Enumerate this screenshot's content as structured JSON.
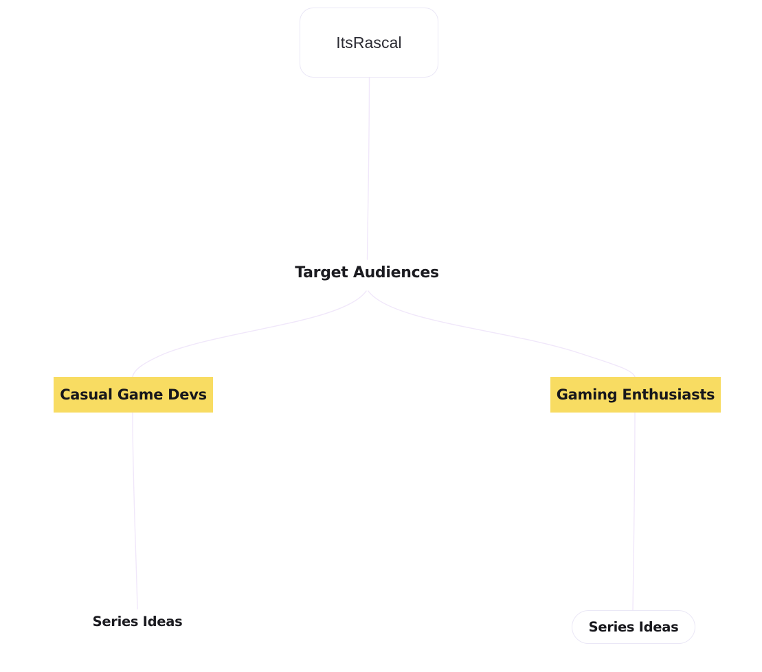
{
  "diagram": {
    "type": "mind-map",
    "title": "ItsRascal",
    "background_color": "#ffffff",
    "edge_color": "#f0e7fa",
    "highlight_color": "#f8dc62",
    "border_color": "#eae7f6",
    "text_color": "#17171c"
  },
  "nodes": {
    "root": {
      "label": "ItsRascal",
      "style": "rounded-rect-outline"
    },
    "target_audiences": {
      "label": "Target Audiences",
      "style": "plain-text"
    },
    "casual_game_devs": {
      "label": "Casual Game Devs",
      "style": "yellow-highlight"
    },
    "gaming_enthusiasts": {
      "label": "Gaming Enthusiasts",
      "style": "yellow-highlight"
    },
    "series_ideas_left": {
      "label": "Series Ideas",
      "style": "plain-text"
    },
    "series_ideas_right": {
      "label": "Series Ideas",
      "style": "pill-outline"
    }
  },
  "edges": [
    {
      "from": "root",
      "to": "target_audiences"
    },
    {
      "from": "target_audiences",
      "to": "casual_game_devs"
    },
    {
      "from": "target_audiences",
      "to": "gaming_enthusiasts"
    },
    {
      "from": "casual_game_devs",
      "to": "series_ideas_left"
    },
    {
      "from": "gaming_enthusiasts",
      "to": "series_ideas_right"
    }
  ]
}
